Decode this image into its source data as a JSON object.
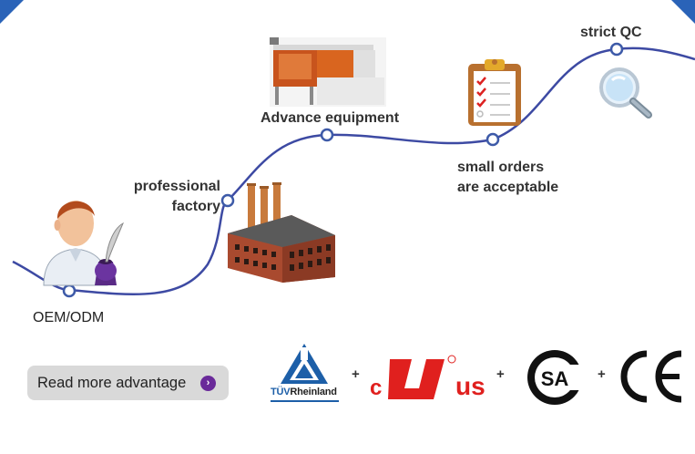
{
  "steps": {
    "oem": "OEM/ODM",
    "factory_line1": "professional",
    "factory_line2": "factory",
    "equipment": "Advance equipment",
    "small_line1": "small orders",
    "small_line2": "are acceptable",
    "qc": "strict QC"
  },
  "button": {
    "label": "Read more advantage",
    "icon": "chevron-right-icon"
  },
  "certifications": {
    "tuv_prefix": "TÜV",
    "tuv_name": "Rheinland",
    "ul_c": "c",
    "ul_us": "us",
    "plus": "+"
  },
  "colors": {
    "curve": "#3d4aa3",
    "accent": "#2a63b8",
    "button_bg": "#d9d9d9",
    "button_icon": "#6a2a9a",
    "ul_red": "#e0201e"
  }
}
